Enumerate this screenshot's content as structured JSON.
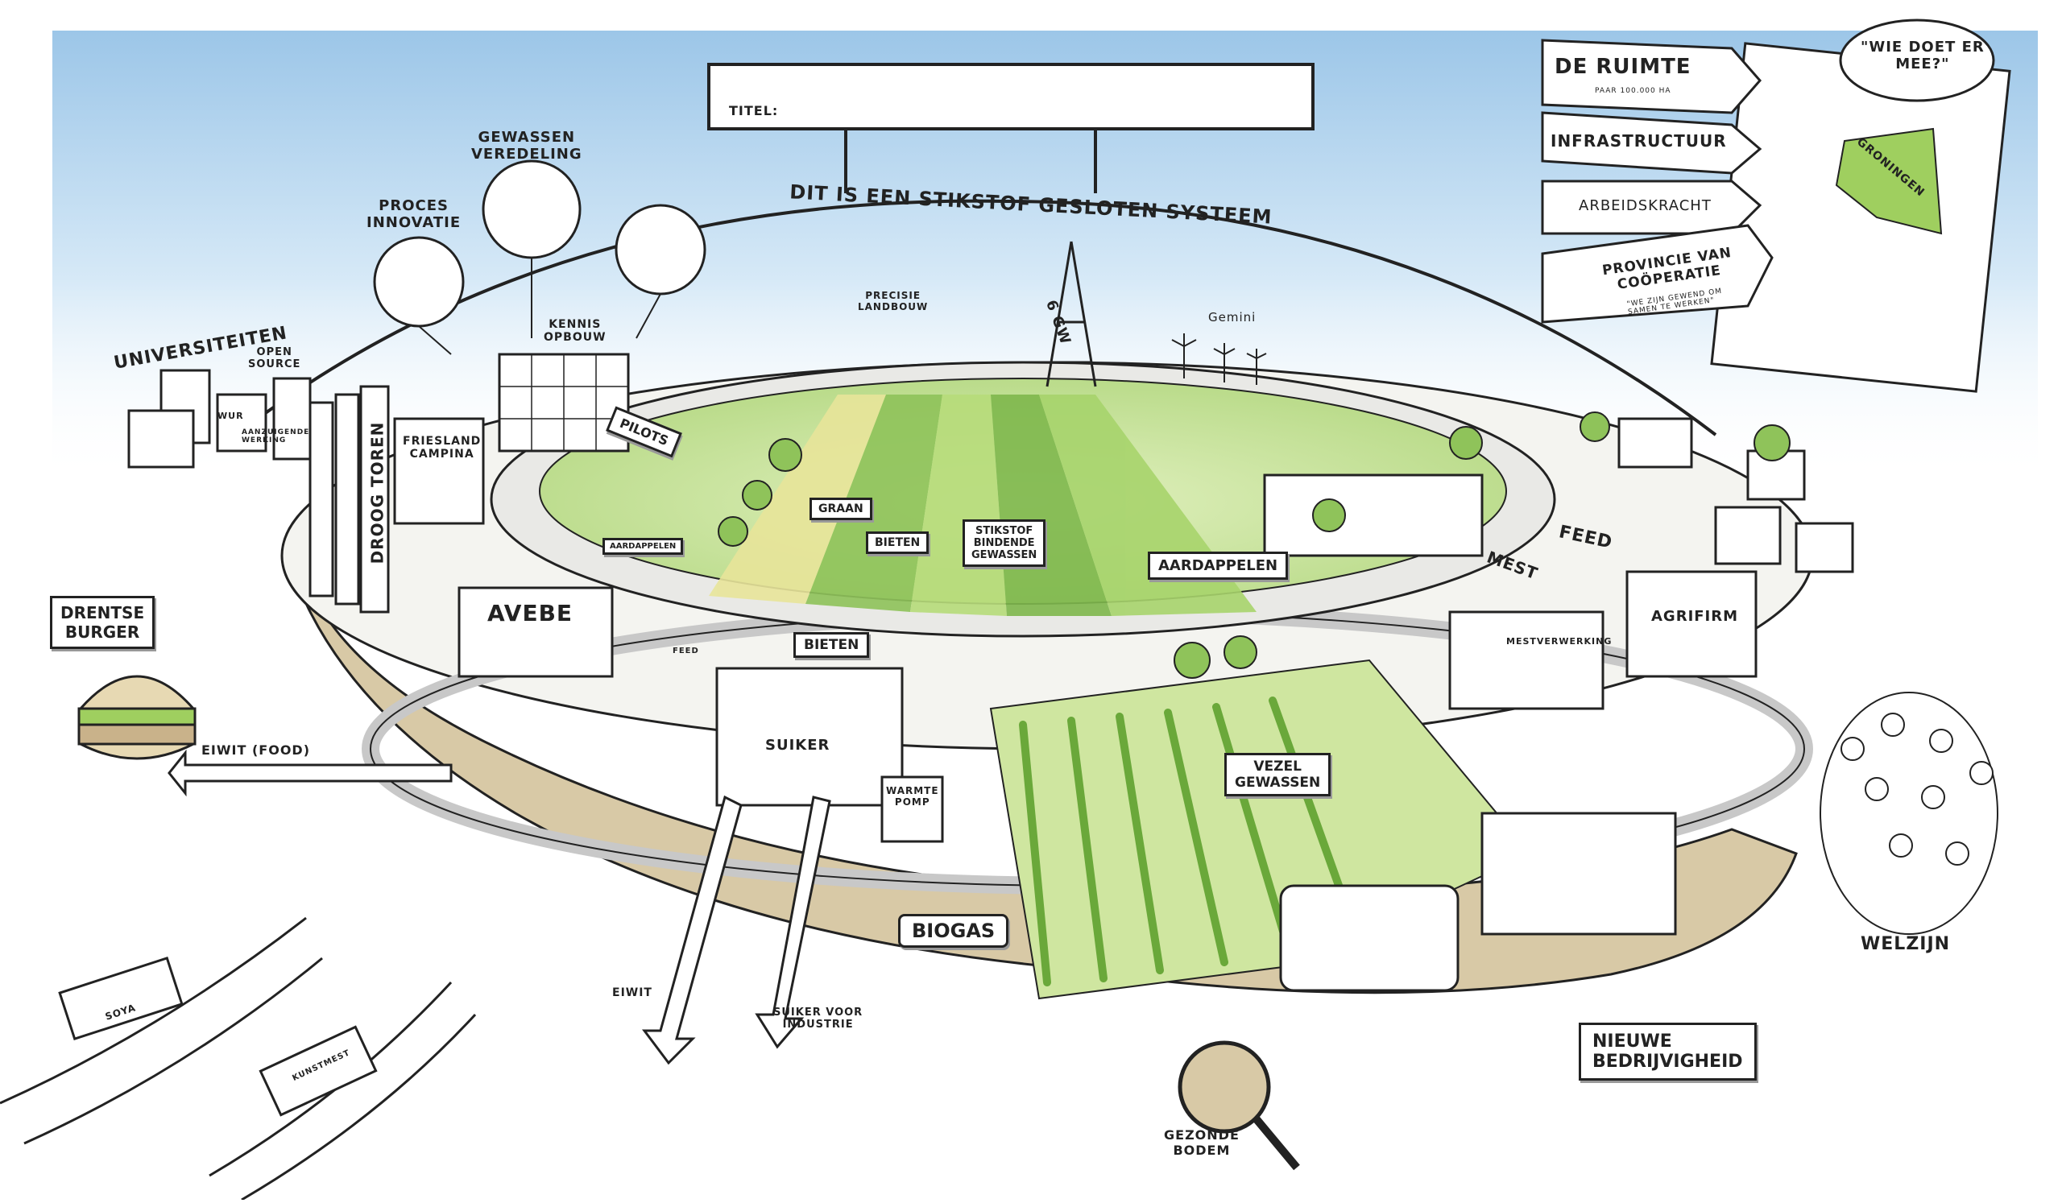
{
  "title_board": {
    "label": "TITEL:"
  },
  "dome_caption": "DIT IS EEN STIKSTOF GESLOTEN SYSTEEM",
  "bubbles": {
    "proces_innovatie": "PROCES\nINNOVATIE",
    "gewassen_veredeling": "GEWASSEN\nVEREDELING",
    "kennis_opbouw": "KENNIS\nOPBOUW"
  },
  "left_labels": {
    "universiteiten": "UNIVERSITEITEN",
    "open_source": "OPEN\nSOURCE",
    "wur": "WUR",
    "aanzuigende_werking": "AANZUIGENDE\nWERKING",
    "friesland_campina": "FRIESLAND\nCAMPINA",
    "droog_toren": "DROOG TOREN"
  },
  "top_labels": {
    "precisie_landbouw": "PRECISIE\nLANDBOUW",
    "six_gw": "6 GW",
    "gemini": "Gemini",
    "pilots": "PILOTS"
  },
  "field_signs": {
    "graan": "GRAAN",
    "bieten": "BIETEN",
    "stikstof": "STIKSTOF\nBINDENDE\nGEWASSEN",
    "aardappelen": "AARDAPPELEN",
    "aardappelen_small": "AARDAPPELEN",
    "vezel": "VEZEL\nGEWASSEN"
  },
  "factories": {
    "avebe": "AVEBE",
    "suiker": "SUIKER",
    "warmte_pomp": "WARMTE\nPOMP",
    "mestverwerking": "MESTVERWERKING",
    "agrifirm": "AGRIFIRM",
    "bieten_arrow": "BIETEN",
    "mest_arrow": "MEST",
    "feed_arrow": "FEED",
    "feed_small": "FEED"
  },
  "flows": {
    "eiwit_food": "EIWIT (FOOD)",
    "biogas": "BIOGAS",
    "eiwit": "EIWIT",
    "suiker_industrie": "SUIKER VOOR\nINDUSTRIE"
  },
  "drentse_burger": "DRENTSE\nBURGER",
  "transport": {
    "soya": "SOYA",
    "kunstmest": "KUNSTMEST"
  },
  "province_signs": [
    {
      "text": "DE RUIMTE",
      "sub": "PAAR 100.000 HA"
    },
    {
      "text": "INFRASTRUCTUUR",
      "sub": ""
    },
    {
      "text": "ARBEIDSKRACHT",
      "sub": ""
    },
    {
      "text": "PROVINCIE VAN\nCOÖPERATIE",
      "sub": "\"WE ZIJN GEWEND OM\nSAMEN TE WERKEN\""
    }
  ],
  "map": {
    "region": "GRONINGEN",
    "speech": "\"WIE DOET ER\nMEE?\""
  },
  "welzijn": "WELZIJN",
  "nieuwe_bedrijvigheid": "NIEUWE\nBEDRIJVIGHEID",
  "gezonde_bodem": "GEZONDE\nBODEM",
  "colors": {
    "sky": "#a8cdea",
    "green": "#9fcf5f",
    "lightgreen": "#cfe6a0",
    "soil": "#d8c9a6",
    "ink": "#222222"
  }
}
